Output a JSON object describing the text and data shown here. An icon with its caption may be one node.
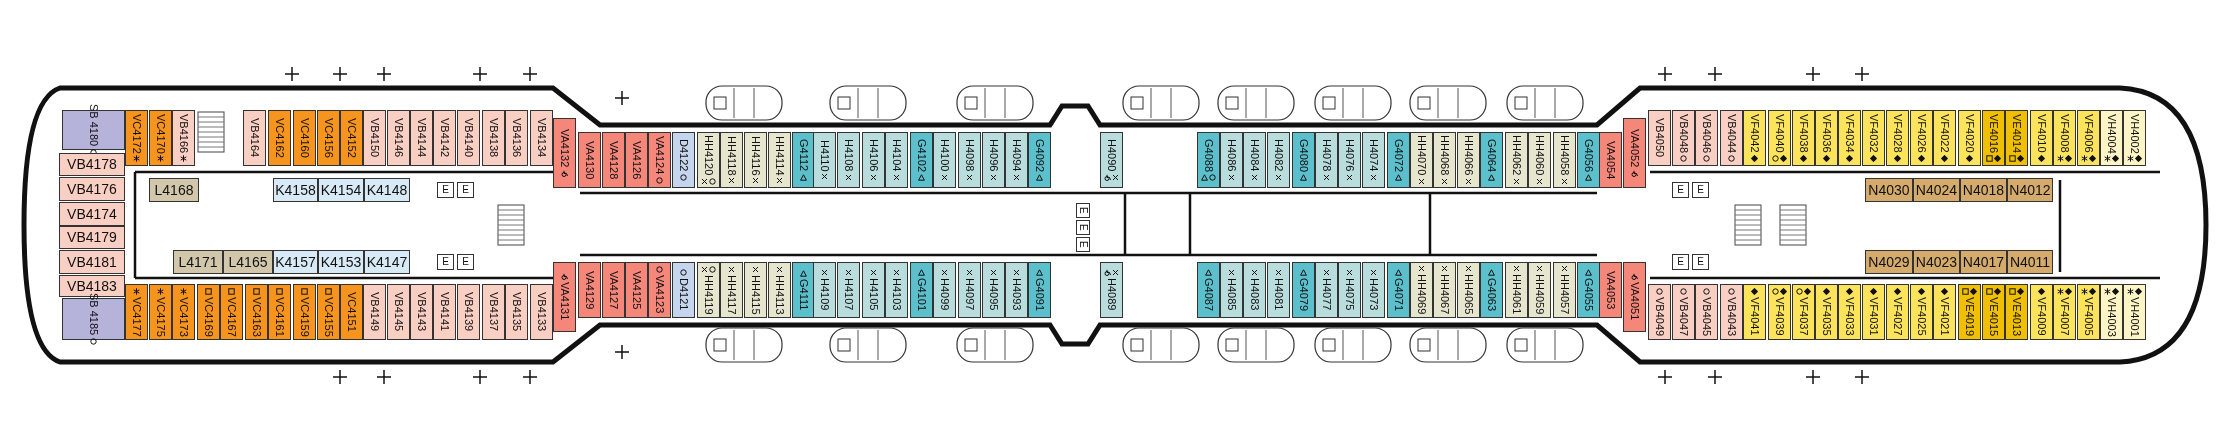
{
  "diagram": {
    "nodes": [
      {
        "text": [
          "SB 4180"
        ]
      },
      {
        "text": [
          "VB4178"
        ]
      },
      {
        "text": [
          "VB4176"
        ]
      },
      {
        "text": [
          "VB4174"
        ]
      },
      {
        "text": [
          "VB4179"
        ]
      },
      {
        "text": [
          "VB4181"
        ]
      },
      {
        "text": [
          "VB4183"
        ]
      },
      {
        "text": [
          "SB 4185"
        ]
      },
      {
        "text": [
          "VC4172"
        ]
      },
      {
        "text": [
          "VC4170"
        ]
      },
      {
        "text": [
          "VB4166"
        ]
      },
      {
        "text": [
          "VB4164"
        ]
      },
      {
        "text": [
          "VC4162"
        ]
      },
      {
        "text": [
          "VC4160"
        ]
      },
      {
        "text": [
          "VC4156"
        ]
      },
      {
        "text": [
          "VC4152"
        ]
      },
      {
        "text": [
          "VB4150"
        ]
      },
      {
        "text": [
          "VB4146"
        ]
      },
      {
        "text": [
          "VB4144"
        ]
      },
      {
        "text": [
          "VB4142"
        ]
      },
      {
        "text": [
          "VB4140"
        ]
      },
      {
        "text": [
          "VB4138"
        ]
      },
      {
        "text": [
          "VB4136"
        ]
      },
      {
        "text": [
          "VB4134"
        ]
      },
      {
        "text": [
          "VA4132"
        ]
      },
      {
        "text": [
          "VA4130"
        ]
      },
      {
        "text": [
          "VA4128"
        ]
      },
      {
        "text": [
          "VA4126"
        ]
      },
      {
        "text": [
          "VA4124"
        ]
      },
      {
        "text": [
          "D4122"
        ]
      },
      {
        "text": [
          "HH4120"
        ]
      },
      {
        "text": [
          "HH4118"
        ]
      },
      {
        "text": [
          "HH4116"
        ]
      },
      {
        "text": [
          "HH4114"
        ]
      },
      {
        "text": [
          "G4112"
        ]
      },
      {
        "text": [
          "H4110"
        ]
      },
      {
        "text": [
          "H4108"
        ]
      },
      {
        "text": [
          "H4106"
        ]
      },
      {
        "text": [
          "H4104"
        ]
      },
      {
        "text": [
          "G4102"
        ]
      },
      {
        "text": [
          "H4100"
        ]
      },
      {
        "text": [
          "H4098"
        ]
      },
      {
        "text": [
          "H4096"
        ]
      },
      {
        "text": [
          "H4094"
        ]
      },
      {
        "text": [
          "G4092"
        ]
      },
      {
        "text": [
          "H4090"
        ]
      },
      {
        "text": [
          "G4088"
        ]
      },
      {
        "text": [
          "H4086"
        ]
      },
      {
        "text": [
          "H4084"
        ]
      },
      {
        "text": [
          "H4082"
        ]
      },
      {
        "text": [
          "G4080"
        ]
      },
      {
        "text": [
          "H4078"
        ]
      },
      {
        "text": [
          "H4076"
        ]
      },
      {
        "text": [
          "H4074"
        ]
      },
      {
        "text": [
          "G4072"
        ]
      },
      {
        "text": [
          "HH4070"
        ]
      },
      {
        "text": [
          "HH4068"
        ]
      },
      {
        "text": [
          "HH4066"
        ]
      },
      {
        "text": [
          "G4064"
        ]
      },
      {
        "text": [
          "HH4062"
        ]
      },
      {
        "text": [
          "HH4060"
        ]
      },
      {
        "text": [
          "HH4058"
        ]
      },
      {
        "text": [
          "G4056"
        ]
      },
      {
        "text": [
          "VA4054"
        ]
      },
      {
        "text": [
          "VA4052"
        ]
      },
      {
        "text": [
          "VB4050"
        ]
      },
      {
        "text": [
          "VB4048"
        ]
      },
      {
        "text": [
          "VB4046"
        ]
      },
      {
        "text": [
          "VB4044"
        ]
      },
      {
        "text": [
          "VF4042"
        ]
      },
      {
        "text": [
          "VF4040"
        ]
      },
      {
        "text": [
          "VF4038"
        ]
      },
      {
        "text": [
          "VF4036"
        ]
      },
      {
        "text": [
          "VF4034"
        ]
      },
      {
        "text": [
          "VF4032"
        ]
      },
      {
        "text": [
          "VF4028"
        ]
      },
      {
        "text": [
          "VF4026"
        ]
      },
      {
        "text": [
          "VF4022"
        ]
      },
      {
        "text": [
          "VF4020"
        ]
      },
      {
        "text": [
          "VE4016"
        ]
      },
      {
        "text": [
          "VE4014"
        ]
      },
      {
        "text": [
          "VF4010"
        ]
      },
      {
        "text": [
          "VF4008"
        ]
      },
      {
        "text": [
          "VF4006"
        ]
      },
      {
        "text": [
          "VH4004"
        ]
      },
      {
        "text": [
          "VH4002"
        ]
      },
      {
        "text": [
          "L4168"
        ]
      },
      {
        "text": [
          "K4158"
        ]
      },
      {
        "text": [
          "K4154"
        ]
      },
      {
        "text": [
          "K4148"
        ]
      },
      {
        "text": [
          "N4030"
        ]
      },
      {
        "text": [
          "N4024"
        ]
      },
      {
        "text": [
          "N4018"
        ]
      },
      {
        "text": [
          "N4012"
        ]
      },
      {
        "text": [
          "L4171"
        ]
      },
      {
        "text": [
          "L4165"
        ]
      },
      {
        "text": [
          "K4157"
        ]
      },
      {
        "text": [
          "K4153"
        ]
      },
      {
        "text": [
          "K4147"
        ]
      },
      {
        "text": [
          "N4029"
        ]
      },
      {
        "text": [
          "N4023"
        ]
      },
      {
        "text": [
          "N4017"
        ]
      },
      {
        "text": [
          "N4011"
        ]
      },
      {
        "text": [
          "VC4177"
        ]
      },
      {
        "text": [
          "VC4175"
        ]
      },
      {
        "text": [
          "VC4173"
        ]
      },
      {
        "text": [
          "VC4169"
        ]
      },
      {
        "text": [
          "VC4167"
        ]
      },
      {
        "text": [
          "VC4163"
        ]
      },
      {
        "text": [
          "VC4161"
        ]
      },
      {
        "text": [
          "VC4159"
        ]
      },
      {
        "text": [
          "VC4155"
        ]
      },
      {
        "text": [
          "VC4151"
        ]
      },
      {
        "text": [
          "VB4149"
        ]
      },
      {
        "text": [
          "VB4145"
        ]
      },
      {
        "text": [
          "VB4143"
        ]
      },
      {
        "text": [
          "VB4141"
        ]
      },
      {
        "text": [
          "VB4139"
        ]
      },
      {
        "text": [
          "VB4137"
        ]
      },
      {
        "text": [
          "VB4135"
        ]
      },
      {
        "text": [
          "VB4133"
        ]
      },
      {
        "text": [
          "VA4131"
        ]
      },
      {
        "text": [
          "VA4129"
        ]
      },
      {
        "text": [
          "VA4127"
        ]
      },
      {
        "text": [
          "VA4125"
        ]
      },
      {
        "text": [
          "VA4123"
        ]
      },
      {
        "text": [
          "D4121"
        ]
      },
      {
        "text": [
          "HH4119"
        ]
      },
      {
        "text": [
          "HH4117"
        ]
      },
      {
        "text": [
          "HH4115"
        ]
      },
      {
        "text": [
          "HH4113"
        ]
      },
      {
        "text": [
          "G4111"
        ]
      },
      {
        "text": [
          "H4109"
        ]
      },
      {
        "text": [
          "H4107"
        ]
      },
      {
        "text": [
          "H4105"
        ]
      },
      {
        "text": [
          "H4103"
        ]
      },
      {
        "text": [
          "G4101"
        ]
      },
      {
        "text": [
          "H4099"
        ]
      },
      {
        "text": [
          "H4097"
        ]
      },
      {
        "text": [
          "H4095"
        ]
      },
      {
        "text": [
          "H4093"
        ]
      },
      {
        "text": [
          "G4091"
        ]
      },
      {
        "text": [
          "H4089"
        ]
      },
      {
        "text": [
          "G4087"
        ]
      },
      {
        "text": [
          "H4085"
        ]
      },
      {
        "text": [
          "H4083"
        ]
      },
      {
        "text": [
          "H4081"
        ]
      },
      {
        "text": [
          "G4079"
        ]
      },
      {
        "text": [
          "H4077"
        ]
      },
      {
        "text": [
          "H4075"
        ]
      },
      {
        "text": [
          "H4073"
        ]
      },
      {
        "text": [
          "G4071"
        ]
      },
      {
        "text": [
          "HH4069"
        ]
      },
      {
        "text": [
          "HH4067"
        ]
      },
      {
        "text": [
          "HH4065"
        ]
      },
      {
        "text": [
          "G4063"
        ]
      },
      {
        "text": [
          "HH4061"
        ]
      },
      {
        "text": [
          "HH4059"
        ]
      },
      {
        "text": [
          "HH4057"
        ]
      },
      {
        "text": [
          "G4055"
        ]
      },
      {
        "text": [
          "VA4053"
        ]
      },
      {
        "text": [
          "VA4051"
        ]
      },
      {
        "text": [
          "VB4049"
        ]
      },
      {
        "text": [
          "VB4047"
        ]
      },
      {
        "text": [
          "VB4045"
        ]
      },
      {
        "text": [
          "VB4043"
        ]
      },
      {
        "text": [
          "VF4041"
        ]
      },
      {
        "text": [
          "VF4039"
        ]
      },
      {
        "text": [
          "VF4037"
        ]
      },
      {
        "text": [
          "VF4035"
        ]
      },
      {
        "text": [
          "VF4033"
        ]
      },
      {
        "text": [
          "VF4031"
        ]
      },
      {
        "text": [
          "VF4027"
        ]
      },
      {
        "text": [
          "VF4025"
        ]
      },
      {
        "text": [
          "VF4021"
        ]
      },
      {
        "text": [
          "VE4019"
        ]
      },
      {
        "text": [
          "VE4015"
        ]
      },
      {
        "text": [
          "VE4013"
        ]
      },
      {
        "text": [
          "VF4009"
        ]
      },
      {
        "text": [
          "VF4007"
        ]
      },
      {
        "text": [
          "VF4005"
        ]
      },
      {
        "text": [
          "VH4003"
        ]
      },
      {
        "text": [
          "VH4001"
        ]
      }
    ],
    "labels": [
      "E",
      "E",
      "E",
      "E",
      "E",
      "E",
      "E",
      "E",
      "E",
      "E",
      "E"
    ]
  }
}
